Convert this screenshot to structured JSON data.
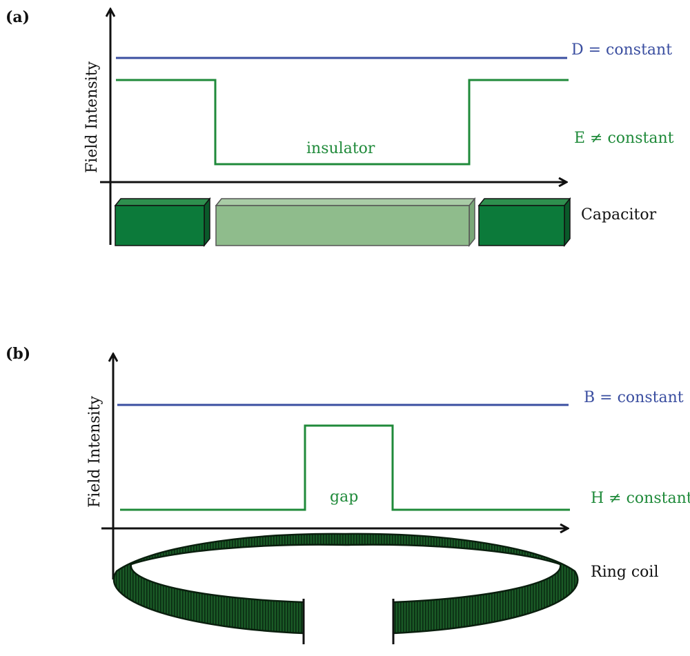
{
  "panel_a": {
    "label": "(a)",
    "axis_label": "Field Intensity",
    "top_line_label": "D = constant",
    "step_line_label": "E ≠ constant",
    "region_label": "insulator",
    "object_label": "Capacitor"
  },
  "panel_b": {
    "label": "(b)",
    "axis_label": "Field Intensity",
    "top_line_label": "B = constant",
    "step_line_label": "H ≠ constant",
    "region_label": "gap",
    "object_label": "Ring coil"
  },
  "colors": {
    "blue_line": "#3a4ea0",
    "green_line": "#1f8a3a",
    "conductor": "#0c7a3a",
    "insulator": "#8fbc8c",
    "coil": "#1a5a26"
  }
}
